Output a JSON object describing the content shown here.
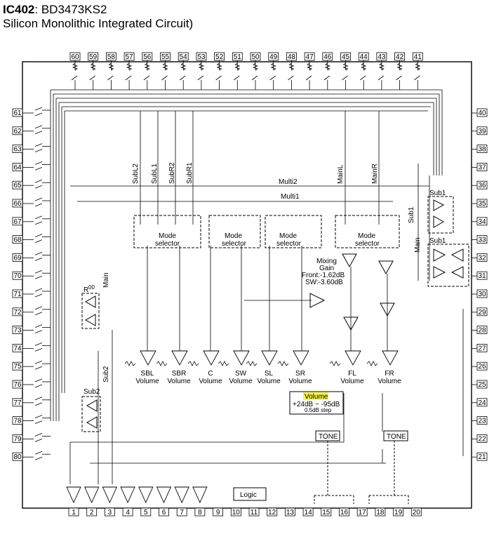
{
  "header": {
    "ic_ref": "IC402",
    "part_sep": ": ",
    "part_number": "BD3473KS2",
    "description": "Silicon Monolithic Integrated Circuit)"
  },
  "pins": {
    "top": [
      "60",
      "59",
      "58",
      "57",
      "56",
      "55",
      "54",
      "53",
      "52",
      "51",
      "50",
      "49",
      "48",
      "47",
      "46",
      "45",
      "44",
      "43",
      "42",
      "41"
    ],
    "left": [
      "61",
      "62",
      "63",
      "64",
      "65",
      "66",
      "67",
      "68",
      "69",
      "70",
      "71",
      "72",
      "73",
      "74",
      "75",
      "76",
      "77",
      "78",
      "79",
      "80"
    ],
    "right": [
      "40",
      "39",
      "38",
      "37",
      "36",
      "35",
      "34",
      "33",
      "32",
      "31",
      "30",
      "29",
      "28",
      "27",
      "26",
      "25",
      "24",
      "23",
      "22",
      "21"
    ],
    "bottom": [
      "1",
      "2",
      "3",
      "4",
      "5",
      "6",
      "7",
      "8",
      "9",
      "10",
      "11",
      "12",
      "13",
      "14",
      "15",
      "16",
      "17",
      "18",
      "19",
      "20"
    ]
  },
  "buses": {
    "multi2": "Multi2",
    "multi1": "Multi1",
    "subl2": "SubL2",
    "subl1": "SubL1",
    "subr2": "SubR2",
    "subr1": "SubR1",
    "mainl": "MainL",
    "mainr": "MainR"
  },
  "blocks": {
    "mode_selector_line1": "Mode",
    "mode_selector_line2": "selector",
    "mixing_line1": "Mixing",
    "mixing_line2": "Gain",
    "mixing_front": "Front:-1.62dB",
    "mixing_sw": "SW:-3.60dB",
    "sub1": "Sub1",
    "sub1b": "Sub1",
    "main_right": "Main",
    "sub1_vertical": "Sub1",
    "main_left": "Main",
    "sub2_vertical": "Sub2",
    "sub2": "Sub2",
    "r_label": "R",
    "r_sup": "00",
    "logic": "Logic",
    "tone_left": "TONE",
    "tone_right": "TONE"
  },
  "volumes": [
    {
      "name": "SBL",
      "suffix": "Volume"
    },
    {
      "name": "SBR",
      "suffix": "Volume"
    },
    {
      "name": "C",
      "suffix": "Volume"
    },
    {
      "name": "SW",
      "suffix": "Volume"
    },
    {
      "name": "SL",
      "suffix": "Volume"
    },
    {
      "name": "SR",
      "suffix": "Volume"
    },
    {
      "name": "FL",
      "suffix": "Volume"
    },
    {
      "name": "FR",
      "suffix": "Volume"
    }
  ],
  "volume_box": {
    "title": "Volume",
    "range": "+24dB ~ -95dB",
    "step": "0.5dB step",
    "highlight_color": "#f5f542"
  }
}
